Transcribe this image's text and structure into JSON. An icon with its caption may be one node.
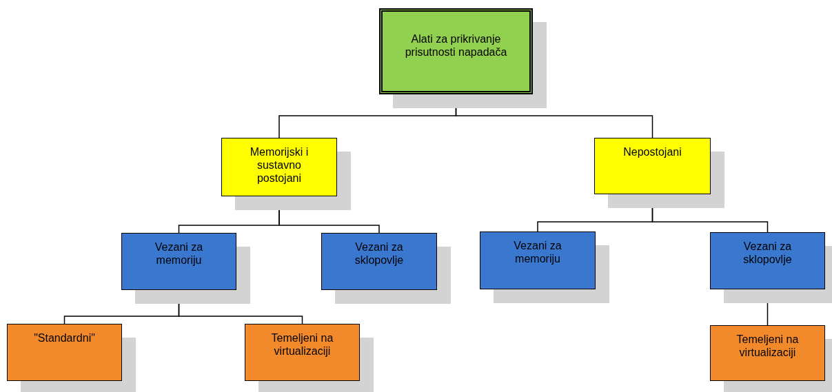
{
  "diagram": {
    "nodes": [
      {
        "text": [
          "Alati za prikrivanje prisutnosti napadača"
        ]
      },
      {
        "text": [
          "Memorijski i sustavno postojani"
        ]
      },
      {
        "text": [
          "Nepostojani"
        ]
      },
      {
        "text": [
          "Vezani za memoriju"
        ]
      },
      {
        "text": [
          "Vezani za sklopovlje"
        ]
      },
      {
        "text": [
          "Vezani za memoriju"
        ]
      },
      {
        "text": [
          "Vezani za sklopovlje"
        ]
      },
      {
        "text": [
          "\"Standardni\""
        ]
      },
      {
        "text": [
          "Temeljeni na virtualizaciji"
        ]
      },
      {
        "text": [
          "Temeljeni na virtualizaciji"
        ]
      }
    ],
    "edges": [
      {
        "from": 0,
        "to": 1,
        "arrow": "none"
      },
      {
        "from": 0,
        "to": 2,
        "arrow": "none"
      },
      {
        "from": 1,
        "to": 3,
        "arrow": "none"
      },
      {
        "from": 1,
        "to": 4,
        "arrow": "none"
      },
      {
        "from": 2,
        "to": 5,
        "arrow": "none"
      },
      {
        "from": 2,
        "to": 6,
        "arrow": "none"
      },
      {
        "from": 3,
        "to": 7,
        "arrow": "none"
      },
      {
        "from": 3,
        "to": 8,
        "arrow": "none"
      },
      {
        "from": 6,
        "to": 9,
        "arrow": "none"
      }
    ]
  }
}
